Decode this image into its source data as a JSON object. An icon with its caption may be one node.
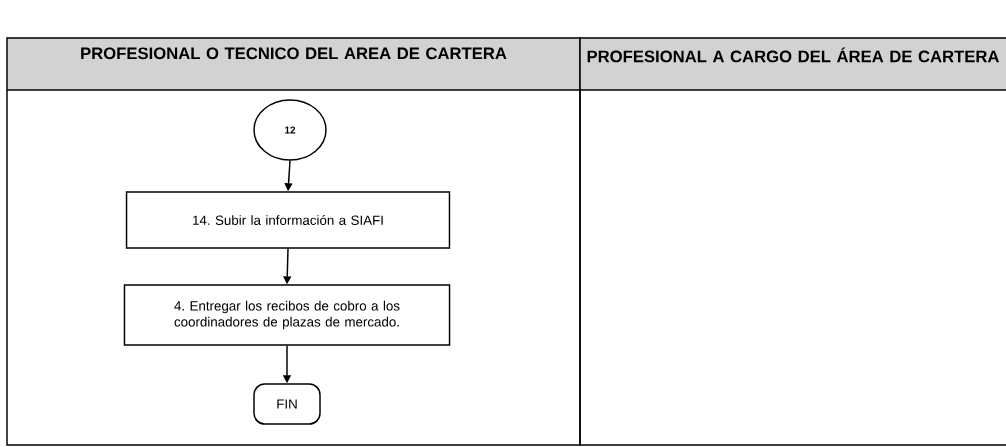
{
  "diagram": {
    "nodes": [
      {
        "text": [
          "PROFESIONAL O TECNICO DEL AREA DE CARTERA"
        ]
      },
      {
        "text": [
          "PROFESIONAL A CARGO DEL ÁREA DE CARTERA"
        ]
      },
      {
        "text": [
          "12"
        ],
        "in": 0
      },
      {
        "text": [
          "14. Subir la información a SIAFI"
        ],
        "in": 0
      },
      {
        "text": [
          "4. Entregar los recibos de cobro a los coordinadores de plazas de mercado."
        ],
        "in": 0
      },
      {
        "text": [
          "FIN"
        ],
        "in": 0
      }
    ],
    "edges": [
      {
        "from": 2,
        "to": 3,
        "arrow": "to"
      },
      {
        "from": 3,
        "to": 4,
        "arrow": "to"
      },
      {
        "from": 4,
        "to": 5,
        "arrow": "to"
      }
    ]
  }
}
